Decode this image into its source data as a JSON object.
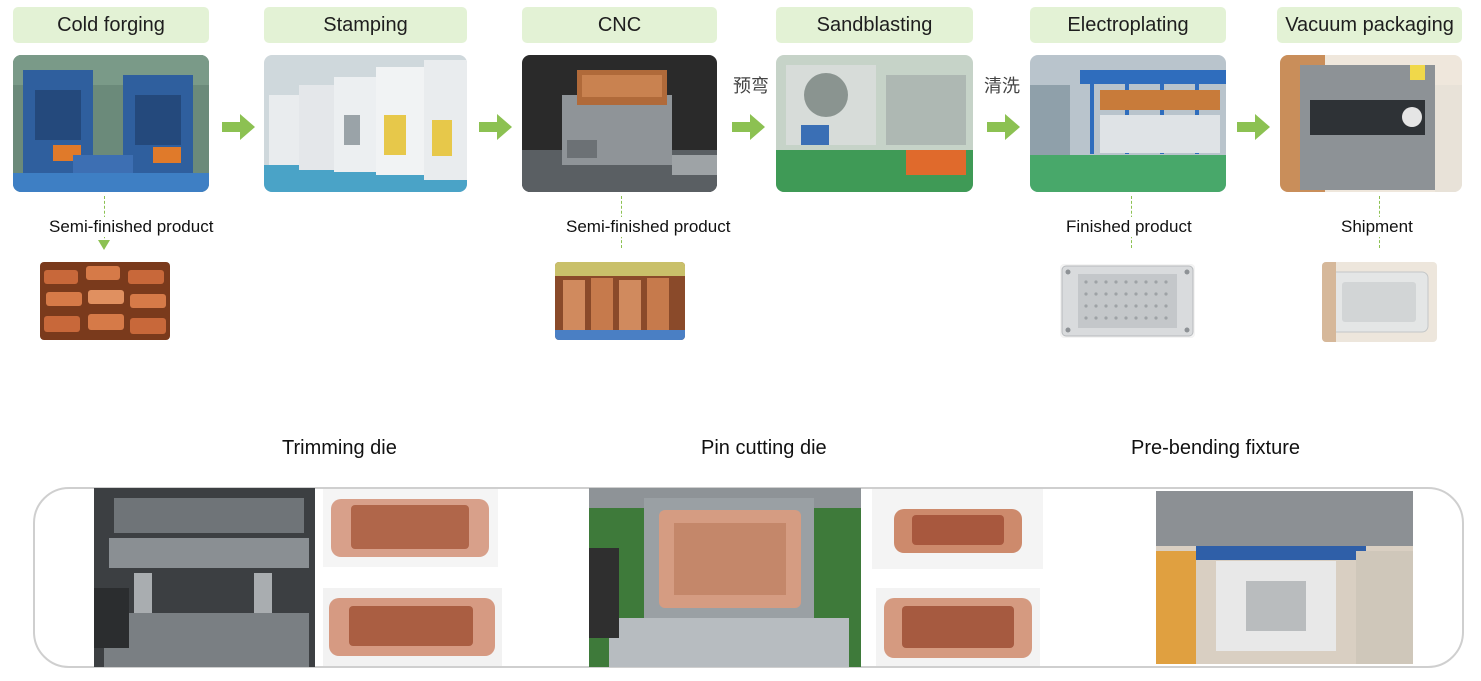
{
  "stages": [
    {
      "label": "Cold forging"
    },
    {
      "label": "Stamping"
    },
    {
      "label": "CNC"
    },
    {
      "label": "Sandblasting"
    },
    {
      "label": "Electroplating"
    },
    {
      "label": "Vacuum packaging"
    }
  ],
  "connectors": {
    "cnc_to_sandblasting": "预弯",
    "sandblasting_to_electroplating": "清洗"
  },
  "outputs": [
    {
      "label": "Semi-finished product"
    },
    {
      "label": "Semi-finished product"
    },
    {
      "label": "Finished product"
    },
    {
      "label": "Shipment"
    }
  ],
  "tooling": {
    "trimming": "Trimming die",
    "pin_cutting": "Pin cutting die",
    "pre_bending": "Pre-bending fixture"
  },
  "colors": {
    "accent": "#8cc152",
    "label_bg": "#e3f2d5",
    "frame": "#cfcfcf"
  }
}
